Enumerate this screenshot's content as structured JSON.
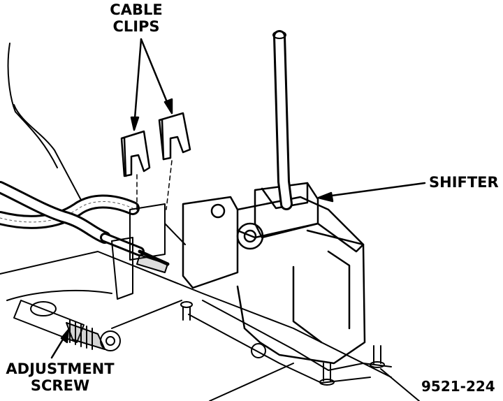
{
  "labels": {
    "cable_clips": [
      "CABLE",
      "CLIPS"
    ],
    "shifter": "SHIFTER",
    "adjustment_screw": [
      "ADJUSTMENT",
      "SCREW"
    ]
  },
  "figure_number": "9521-224",
  "colors": {
    "ink": "#000000",
    "paper": "#ffffff",
    "shade": "#555555"
  }
}
